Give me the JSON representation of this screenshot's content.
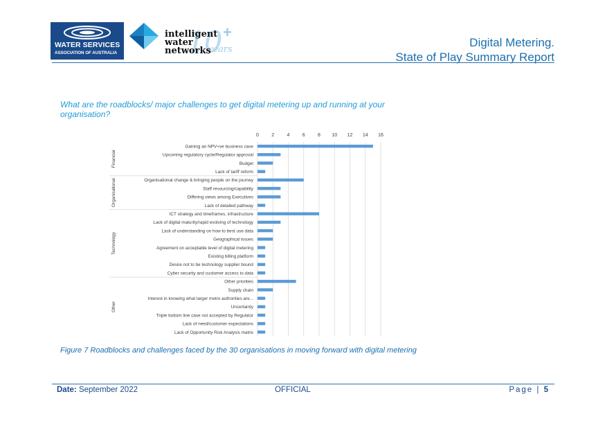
{
  "header": {
    "wsaa": {
      "name": "WATER SERVICES",
      "subname": "ASSOCIATION OF AUSTRALIA"
    },
    "iwn": {
      "line1": "intelligent",
      "line2": "water",
      "line3": "networks",
      "years_number": "10",
      "years_word": "years",
      "plus": "+"
    },
    "title_line1": "Digital Metering.",
    "title_line2": "State of Play Summary Report"
  },
  "question": "What are the roadblocks/ major challenges to get digital metering up and running at your organisation?",
  "chart_data": {
    "type": "bar",
    "orientation": "horizontal",
    "xlim": [
      0,
      16
    ],
    "xticks": [
      0,
      2,
      4,
      6,
      8,
      10,
      12,
      14,
      16
    ],
    "grid": true,
    "bar_color": "#5b9bd5",
    "groups": [
      {
        "name": "Financial",
        "categories": [
          "Gaining an NPV+ve business case",
          "Upcoming regulatory cycle/Regulator approval",
          "Budget",
          "Lack of tariff reform"
        ],
        "values": [
          15,
          3,
          2,
          1
        ]
      },
      {
        "name": "Organisational",
        "categories": [
          "Organisational change & bringing people on the journey",
          "Staff resourcing/capability",
          "Differing views among Executives",
          "Lack of detailed pathway"
        ],
        "values": [
          6,
          3,
          3,
          1
        ]
      },
      {
        "name": "Technology",
        "categories": [
          "ICT strategy and timeframes, infrastructure",
          "Lack of digital maturity/rapid evolving of technology",
          "Lack of understanding on how to best use data",
          "Geographical issues",
          "Agreement on acceptable level of digital metering",
          "Existing billing platform",
          "Desire not to be technology supplier bound",
          "Cyber security and customer access to data"
        ],
        "values": [
          8,
          3,
          2,
          2,
          1,
          1,
          1,
          1
        ]
      },
      {
        "name": "Other",
        "categories": [
          "Other priorities",
          "Supply chain",
          "Interest in knowing what larger metro authorities are...",
          "Uncertainty",
          "Triple bottom line case not accepted by Regulator",
          "Lack of need/customer expectations",
          "Lack of Opportunity Risk Analysis matrix"
        ],
        "values": [
          5,
          2,
          1,
          1,
          1,
          1,
          1
        ]
      }
    ]
  },
  "caption": "Figure 7 Roadblocks and challenges faced by the 30 organisations in moving forward with digital metering",
  "footer": {
    "date_label": "Date:",
    "date_value": " September 2022",
    "classification": "OFFICIAL",
    "page_label": "Page | ",
    "page_number": "5"
  }
}
